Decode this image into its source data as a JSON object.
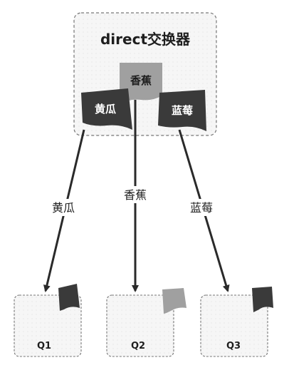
{
  "exchange": {
    "title": "direct交换器",
    "tags": {
      "cucumber": "黄瓜",
      "banana": "香蕉",
      "blueberry": "蓝莓"
    }
  },
  "bindings": [
    {
      "routing_key": "黄瓜",
      "queue": "Q1"
    },
    {
      "routing_key": "香蕉",
      "queue": "Q2"
    },
    {
      "routing_key": "蓝莓",
      "queue": "Q3"
    }
  ],
  "queues": [
    {
      "label": "Q1",
      "message_color": "#3a3a3a"
    },
    {
      "label": "Q2",
      "message_color": "#a0a0a0"
    },
    {
      "label": "Q3",
      "message_color": "#3a3a3a"
    }
  ],
  "colors": {
    "dark_tag": "#3a3a3a",
    "light_tag": "#a0a0a0",
    "arrow": "#2a2a2a",
    "box_border": "#777777",
    "box_fill": "#f5f5f5"
  }
}
